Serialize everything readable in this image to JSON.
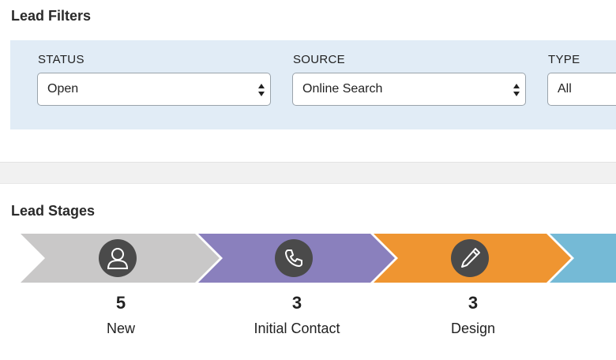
{
  "filters": {
    "title": "Lead Filters",
    "status": {
      "label": "STATUS",
      "value": "Open"
    },
    "source": {
      "label": "SOURCE",
      "value": "Online Search"
    },
    "type": {
      "label": "TYPE",
      "value": "All"
    }
  },
  "stages": {
    "title": "Lead Stages",
    "items": [
      {
        "name": "New",
        "count": "5",
        "color": "#c9c8c8",
        "icon": "person-icon"
      },
      {
        "name": "Initial Contact",
        "count": "3",
        "color": "#8a80bd",
        "icon": "phone-icon"
      },
      {
        "name": "Design",
        "count": "3",
        "color": "#ef9531",
        "icon": "pencil-icon"
      },
      {
        "name": "",
        "count": "",
        "color": "#75bad6",
        "icon": ""
      }
    ]
  }
}
